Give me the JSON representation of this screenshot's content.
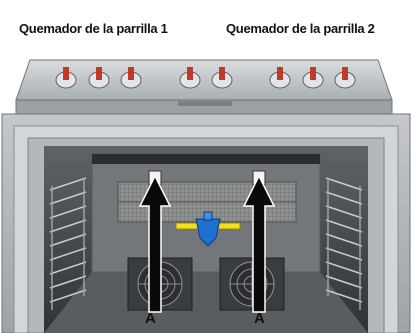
{
  "labels": {
    "burner_1": "Quemador de la parrilla 1",
    "burner_2": "Quemador de la parrilla 2",
    "callout_1": "A",
    "callout_2": "A"
  },
  "icons": {
    "knobs": "control-knob-icon",
    "fans": "fan-icon",
    "arrows": "arrow-up-icon"
  }
}
